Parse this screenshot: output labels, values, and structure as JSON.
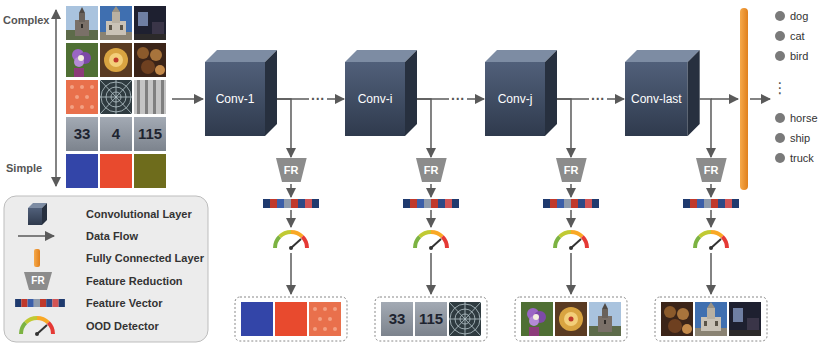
{
  "diagram": {
    "nodes": [
      {
        "text": [
          "Conv-1"
        ]
      },
      {
        "text": [
          "Conv-i"
        ]
      },
      {
        "text": [
          "Conv-j"
        ]
      },
      {
        "text": [
          "Conv-last"
        ]
      },
      {
        "text": [
          "FR"
        ]
      },
      {
        "text": [
          "FR"
        ]
      },
      {
        "text": [
          "FR"
        ]
      },
      {
        "text": [
          "FR"
        ]
      }
    ],
    "edges": [
      {
        "from": 0,
        "to": 1,
        "arrow": "to",
        "label": "···"
      },
      {
        "from": 1,
        "to": 2,
        "arrow": "to",
        "label": "···"
      },
      {
        "from": 2,
        "to": 3,
        "arrow": "to",
        "label": "···"
      },
      {
        "from": 0,
        "to": 4,
        "arrow": "to"
      },
      {
        "from": 1,
        "to": 5,
        "arrow": "to"
      },
      {
        "from": 2,
        "to": 6,
        "arrow": "to"
      },
      {
        "from": 3,
        "to": 7,
        "arrow": "to"
      }
    ],
    "labels": [
      "Complex",
      "Simple",
      "33",
      "4",
      "115",
      "33",
      "115",
      "FR",
      "dog",
      "cat",
      "bird",
      "⋮",
      "horse",
      "ship",
      "truck"
    ],
    "legend": [
      {
        "text": "Convolutional Layer"
      },
      {
        "text": "Data Flow"
      },
      {
        "text": "Fully Connected Layer"
      },
      {
        "text": "Feature Reduction"
      },
      {
        "text": "Feature Vector"
      },
      {
        "text": "OOD Detector"
      }
    ]
  }
}
